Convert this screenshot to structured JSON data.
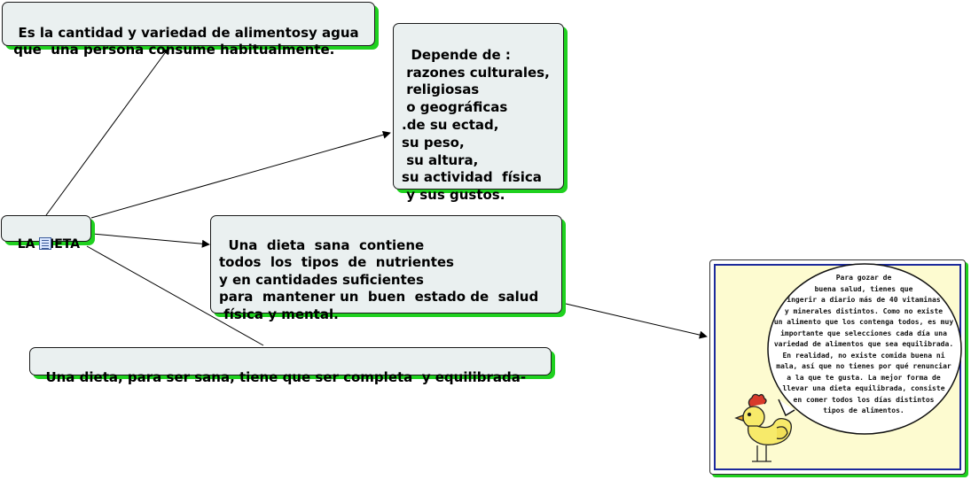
{
  "diagram": {
    "root": {
      "label": "LA DIETA"
    },
    "nodes": [
      {
        "id": "definition",
        "text": "Es la cantidad y variedad de alimentosy agua\n que  una persona consume habitualmente."
      },
      {
        "id": "depends",
        "text": "Depende de :\n razones culturales,\n religiosas\n o geográficas\n.de su ectad,\nsu peso,\n su altura,\nsu actividad  física\n y sus gustos."
      },
      {
        "id": "healthy",
        "text": "Una  dieta  sana  contiene\ntodos  los  tipos  de  nutrientes\ny en cantidades suficientes\npara  mantener un  buen  estado de  salud\n física y mental."
      },
      {
        "id": "complete",
        "text": "Una dieta, para ser sana, tiene que ser completa  y equilibrada-"
      }
    ],
    "image_caption": {
      "speech": "Para gozar de\nbuena salud, tienes que\ningerir a diario más de 40 vitaminas\ny minerales distintos. Como no existe\nun alimento que los contenga todos, es muy\nimportante que selecciones cada día una\nvariedad de alimentos que sea equilibrada.\nEn realidad, no existe comida buena ni\nmala, así que no tienes por qué renunciar\na la que te gusta. La mejor forma de\nllevar una dieta equilibrada, consiste\nen comer todos los días distintos\ntipos de alimentos."
    },
    "icons": {
      "root_attachment": "document-icon",
      "character": "chicken-illustration"
    },
    "colors": {
      "node_fill": "#eaf0f0",
      "node_shadow": "#1fd11f",
      "image_border": "#1c2a9c",
      "image_bg": "#fdfbd0"
    }
  }
}
